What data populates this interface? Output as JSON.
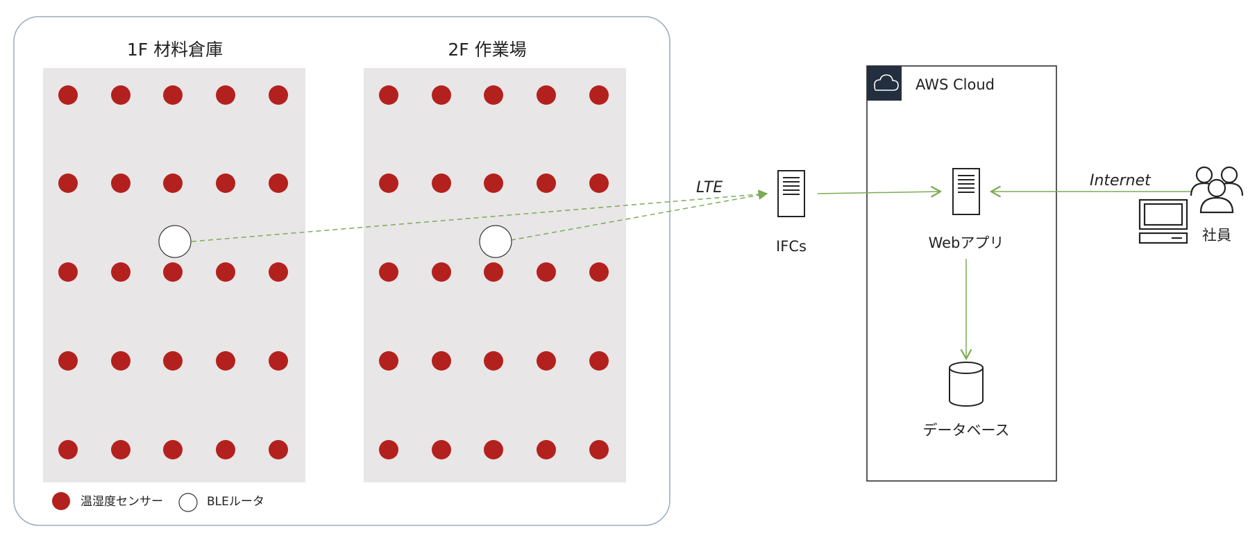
{
  "floors": [
    {
      "title": "1F 材料倉庫"
    },
    {
      "title": "2F 作業場"
    }
  ],
  "legend": {
    "sensor_label": "温湿度センサー",
    "router_label": "BLEルータ"
  },
  "network": {
    "lte_label": "LTE",
    "internet_label": "Internet"
  },
  "nodes": {
    "ifcs_label": "IFCs",
    "webapp_label": "Webアプリ",
    "database_label": "データベース",
    "employee_label": "社員"
  },
  "aws": {
    "label": "AWS Cloud",
    "icon": "cloud-icon"
  },
  "colors": {
    "sensor": "#b3211e",
    "floor_bg": "#e8e6e7",
    "connector": "#7aab55",
    "aws_badge": "#232f3e",
    "outer_border": "#9aaabb"
  }
}
